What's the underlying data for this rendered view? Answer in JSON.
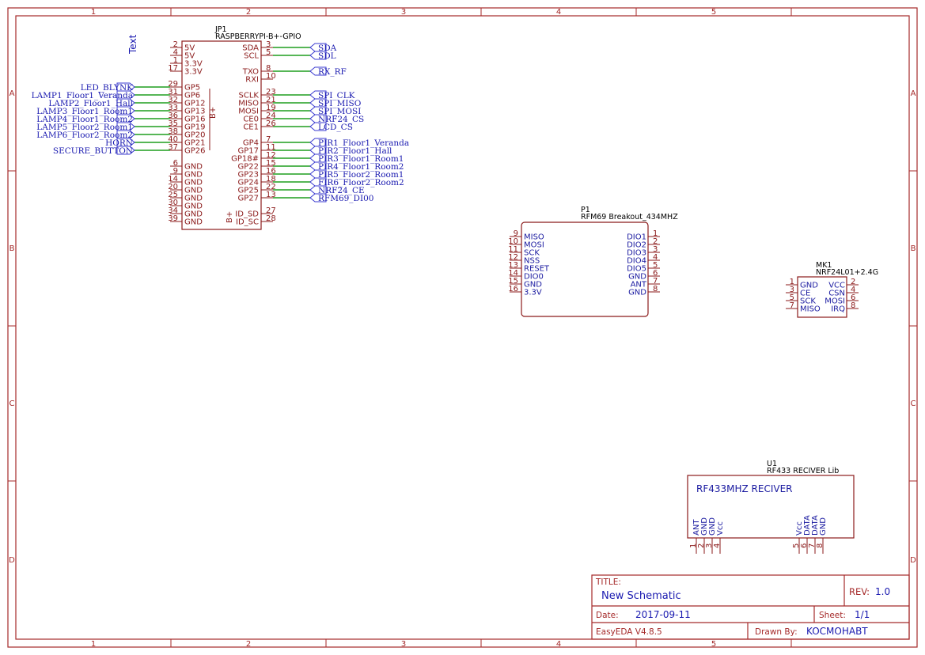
{
  "frame": {
    "cols": [
      "1",
      "2",
      "3",
      "4",
      "5"
    ],
    "rows": [
      "A",
      "B",
      "C",
      "D"
    ]
  },
  "annotation_text": "Text",
  "jp1": {
    "ref": "JP1",
    "value": "RASPBERRYPI-B+-GPIO",
    "body_mark": "B+",
    "corner_mark": "B+",
    "left_pins": [
      {
        "num": "2",
        "name": "5V"
      },
      {
        "num": "4",
        "name": "5V"
      },
      {
        "num": "1",
        "name": "3.3V"
      },
      {
        "num": "17",
        "name": "3.3V"
      },
      {
        "num": "29",
        "name": "GP5",
        "net": "LED_BLYNK"
      },
      {
        "num": "31",
        "name": "GP6",
        "net": "LAMP1_Floor1_Veranda"
      },
      {
        "num": "32",
        "name": "GP12",
        "net": "LAMP2_Floor1_Hall"
      },
      {
        "num": "33",
        "name": "GP13",
        "net": "LAMP3_Floor1_Room1"
      },
      {
        "num": "36",
        "name": "GP16",
        "net": "LAMP4_Floor1_Room2"
      },
      {
        "num": "35",
        "name": "GP19",
        "net": "LAMP5_Floor2_Room1"
      },
      {
        "num": "38",
        "name": "GP20",
        "net": "LAMP6_Floor2_Room2"
      },
      {
        "num": "40",
        "name": "GP21",
        "net": "HORN"
      },
      {
        "num": "37",
        "name": "GP26",
        "net": "SECURE_BUTTON"
      },
      {
        "num": "6",
        "name": "GND"
      },
      {
        "num": "9",
        "name": "GND"
      },
      {
        "num": "14",
        "name": "GND"
      },
      {
        "num": "20",
        "name": "GND"
      },
      {
        "num": "25",
        "name": "GND"
      },
      {
        "num": "30",
        "name": "GND"
      },
      {
        "num": "34",
        "name": "GND"
      },
      {
        "num": "39",
        "name": "GND"
      }
    ],
    "right_pins": [
      {
        "num": "3",
        "name": "SDA",
        "net": "SDA"
      },
      {
        "num": "5",
        "name": "SCL",
        "net": "SDL"
      },
      {
        "num": "8",
        "name": "TXO",
        "net": "RX_RF"
      },
      {
        "num": "10",
        "name": "RXI"
      },
      {
        "num": "23",
        "name": "SCLK",
        "net": "SPI_CLK"
      },
      {
        "num": "21",
        "name": "MISO",
        "net": "SPI_MISO"
      },
      {
        "num": "19",
        "name": "MOSI",
        "net": "SPI_MOSI"
      },
      {
        "num": "24",
        "name": "CE0",
        "net": "NRF24_CS"
      },
      {
        "num": "26",
        "name": "CE1",
        "net": "LCD_CS"
      },
      {
        "num": "7",
        "name": "GP4",
        "net": "PIR1_Floor1_Veranda"
      },
      {
        "num": "11",
        "name": "GP17",
        "net": "PIR2_Floor1_Hall"
      },
      {
        "num": "12",
        "name": "GP18#",
        "net": "PIR3_Floor1_Room1"
      },
      {
        "num": "15",
        "name": "GP22",
        "net": "PIR4_Floor1_Room2"
      },
      {
        "num": "16",
        "name": "GP23",
        "net": "PIR5_Floor2_Room1"
      },
      {
        "num": "18",
        "name": "GP24",
        "net": "FIR6_Floor2_Room2"
      },
      {
        "num": "22",
        "name": "GP25",
        "net": "NRF24_CE"
      },
      {
        "num": "13",
        "name": "GP27",
        "net": "RFM69_DI00"
      },
      {
        "num": "27",
        "name": "ID_SD"
      },
      {
        "num": "28",
        "name": "ID_SC"
      }
    ]
  },
  "p1": {
    "ref": "P1",
    "value": "RFM69 Breakout_434MHZ",
    "left_pins": [
      {
        "num": "9",
        "name": "MISO"
      },
      {
        "num": "10",
        "name": "MOSI"
      },
      {
        "num": "11",
        "name": "SCK"
      },
      {
        "num": "12",
        "name": "NSS"
      },
      {
        "num": "13",
        "name": "RESET"
      },
      {
        "num": "14",
        "name": "DIO0"
      },
      {
        "num": "15",
        "name": "GND"
      },
      {
        "num": "16",
        "name": "3.3V"
      }
    ],
    "right_pins": [
      {
        "num": "1",
        "name": "DIO1"
      },
      {
        "num": "2",
        "name": "DIO2"
      },
      {
        "num": "3",
        "name": "DIO3"
      },
      {
        "num": "4",
        "name": "DIO4"
      },
      {
        "num": "5",
        "name": "DIO5"
      },
      {
        "num": "6",
        "name": "GND"
      },
      {
        "num": "7",
        "name": "ANT"
      },
      {
        "num": "8",
        "name": "GND"
      }
    ]
  },
  "mk1": {
    "ref": "MK1",
    "value": "NRF24L01+2.4G",
    "left_pins": [
      {
        "num": "1",
        "name": "GND"
      },
      {
        "num": "3",
        "name": "CE"
      },
      {
        "num": "5",
        "name": "SCK"
      },
      {
        "num": "7",
        "name": "MISO"
      }
    ],
    "right_pins": [
      {
        "num": "2",
        "name": "VCC"
      },
      {
        "num": "4",
        "name": "CSN"
      },
      {
        "num": "6",
        "name": "MOSI"
      },
      {
        "num": "8",
        "name": "IRQ"
      }
    ]
  },
  "u1": {
    "ref": "U1",
    "value": "RF433 RECIVER Lib",
    "title": "RF433MHZ RECIVER",
    "pins": [
      {
        "num": "1",
        "name": "ANT"
      },
      {
        "num": "2",
        "name": "GND"
      },
      {
        "num": "3",
        "name": "GND"
      },
      {
        "num": "4",
        "name": "Vcc"
      },
      {
        "num": "5",
        "name": "Vcc"
      },
      {
        "num": "6",
        "name": "DATA"
      },
      {
        "num": "7",
        "name": "DATA"
      },
      {
        "num": "8",
        "name": "GND"
      }
    ]
  },
  "title_block": {
    "title_label": "TITLE:",
    "title": "New Schematic",
    "rev_label": "REV:",
    "rev": "1.0",
    "date_label": "Date:",
    "date": "2017-09-11",
    "sheet_label": "Sheet:",
    "sheet": "1/1",
    "tool": "EasyEDA V4.8.5",
    "drawn_label": "Drawn By:",
    "drawn_by": "KOCMOHABT"
  },
  "colors": {
    "frame": "#a52a2a",
    "wire": "#1f9e1f",
    "net_label": "#1a1ab0",
    "symbol": "#8b1a1a"
  }
}
